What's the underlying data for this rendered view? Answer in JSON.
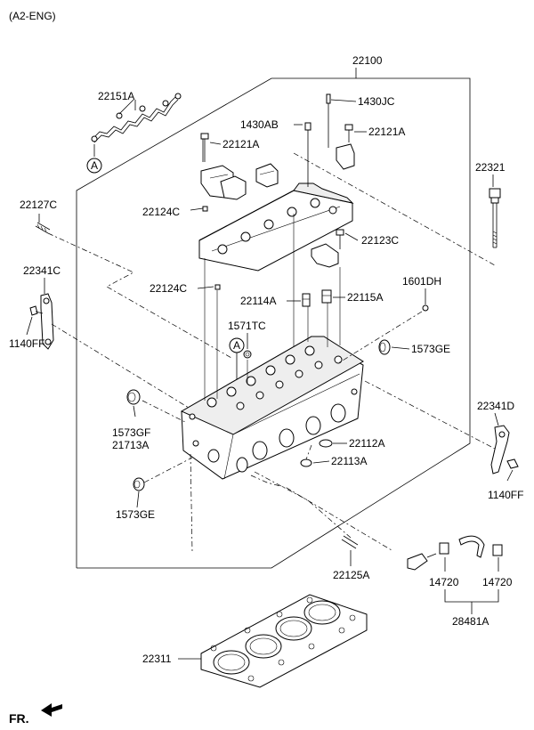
{
  "header": {
    "engine_code": "(A2-ENG)"
  },
  "labels": {
    "l22100": "22100",
    "l22151A": "22151A",
    "l1430JC": "1430JC",
    "l1430AB": "1430AB",
    "l22121A_left": "22121A",
    "l22121A_right": "22121A",
    "l22321": "22321",
    "l22127C": "22127C",
    "l22124C_top": "22124C",
    "l22123C": "22123C",
    "l22341C": "22341C",
    "l22124C_mid": "22124C",
    "l1601DH": "1601DH",
    "l22114A": "22114A",
    "l22115A": "22115A",
    "l1140FF_left": "1140FF",
    "l1571TC": "1571TC",
    "l1573GE_right": "1573GE",
    "l22341D": "22341D",
    "l1573GF": "1573GF",
    "l21713A": "21713A",
    "l22112A": "22112A",
    "l22113A": "22113A",
    "l1140FF_right": "1140FF",
    "l1573GE_left": "1573GE",
    "l22125A": "22125A",
    "l14720_left": "14720",
    "l14720_right": "14720",
    "l28481A": "28481A",
    "l22311": "22311"
  },
  "callouts": {
    "a_top": "A",
    "a_mid": "A"
  },
  "footer": {
    "front_marker": "FR."
  }
}
